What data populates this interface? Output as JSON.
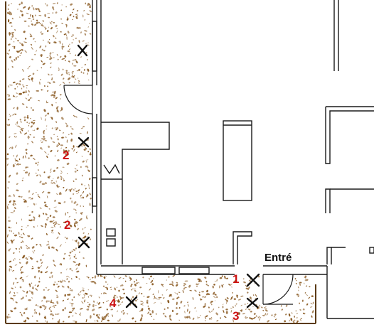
{
  "labels": {
    "entrance": "Entré",
    "num_1": "1",
    "num_2_upper": "2",
    "num_2_lower": "2",
    "num_3": "3",
    "num_4": "4"
  },
  "colors": {
    "wall": "#1a1a1a",
    "gravel": "#8a5a22",
    "frame": "#5a3a16",
    "number": "#cc1111"
  },
  "icons": {
    "marker": "x-mark-icon",
    "door": "door-swing-icon"
  }
}
